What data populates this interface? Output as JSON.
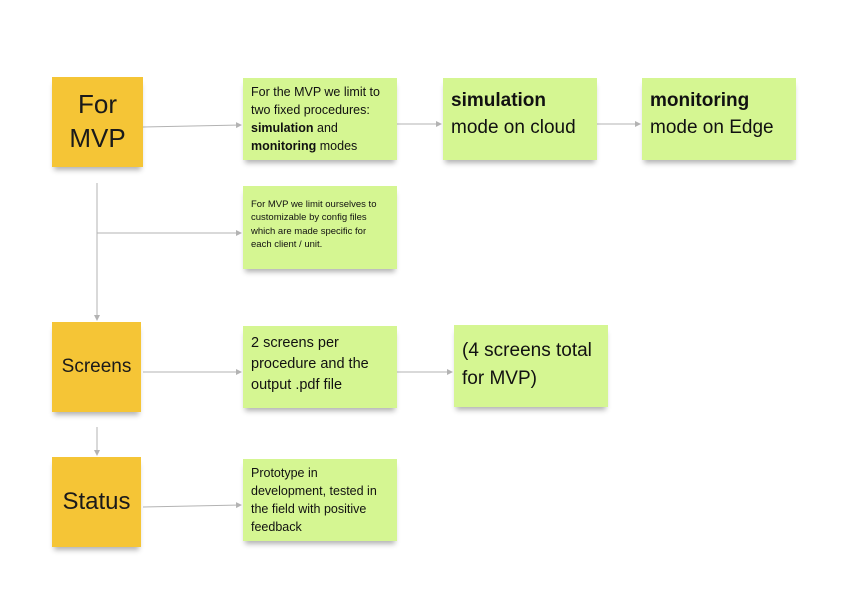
{
  "colors": {
    "yellow_note": "#f5c536",
    "green_note": "#d5f692",
    "connector": "#b3b3b3"
  },
  "yellow_notes": {
    "for_mvp": "For MVP",
    "screens": "Screens",
    "status": "Status"
  },
  "green_notes": {
    "procedures": {
      "intro": "For the MVP we limit to two fixed procedures:",
      "bold1": "simulation",
      "and": "and",
      "bold2": "monitoring",
      "tail": "modes"
    },
    "simulation": {
      "bold": "simulation",
      "rest": "mode on cloud"
    },
    "monitoring": {
      "bold": "monitoring",
      "rest": "mode on Edge"
    },
    "config": "For MVP we limit ourselves to customizable by config files which are made specific for each client / unit.",
    "screens_per_procedure": "2 screens per procedure and the output .pdf file",
    "screens_total": "(4 screens total for MVP)",
    "status_text": "Prototype in development, tested in the field with positive feedback"
  }
}
